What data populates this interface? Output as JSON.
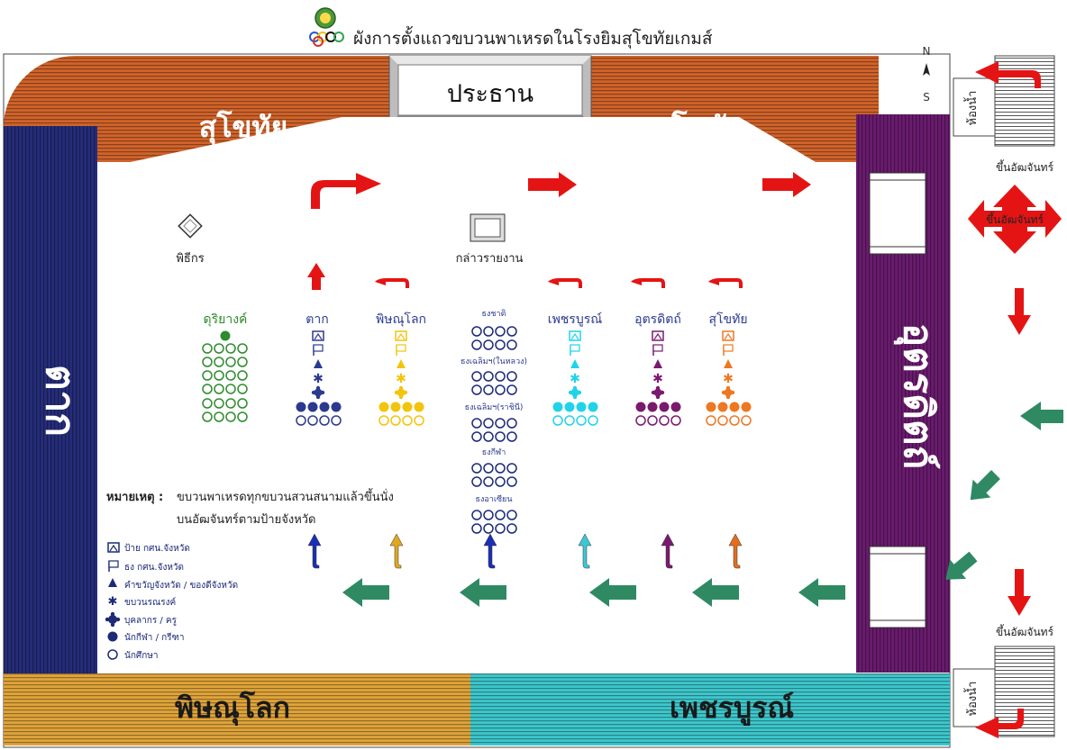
{
  "title": "ผังการตั้งแถวขบวนพาเหรดในโรงยิมสุโขทัยเกมส์",
  "compass": {
    "north": "N",
    "south": "S"
  },
  "president_box": "ประธาน",
  "stands": {
    "top_left": "สุโขทัย",
    "top_right": "สุโขทัย",
    "left": "ตาก",
    "right": "อุตรดิตถ์",
    "bottom_left": "พิษณุโลก",
    "bottom_right": "เพชรบูรณ์"
  },
  "podiums": {
    "mc": "พิธีกร",
    "speech": "กล่าวรายงาน"
  },
  "restroom": {
    "top": "ห้องน้ำ",
    "bottom": "ห้องน้ำ"
  },
  "stand_labels": {
    "top": "ขึ้นอัฒจันทร์",
    "middle": "ขึ้นอัฒจันทร์",
    "bottom": "ขึ้นอัฒจันทร์"
  },
  "contingents": [
    {
      "name": "ดุริยางค์",
      "color": "#2e8b2e"
    },
    {
      "name": "ตาก",
      "color": "#2b3a8f"
    },
    {
      "name": "พิษณุโลก",
      "color": "#f2c40c"
    },
    {
      "name": "เพชรบูรณ์",
      "color": "#22d3e8"
    },
    {
      "name": "อุตรดิตถ์",
      "color": "#7a1a6e"
    },
    {
      "name": "สุโขทัย",
      "color": "#ee7722"
    }
  ],
  "flags": {
    "f1": "ธงชาติ",
    "f2": "ธงเฉลิมฯ(ในหลวง)",
    "f3": "ธงเฉลิมฯ(ราชินี)",
    "f4": "ธงกีฬา",
    "f5": "ธงอาเซียน"
  },
  "note": {
    "label": "หมายเหตุ :",
    "line1": "ขบวนพาเหรดทุกขบวนสวนสนามแล้วขึ้นนั่ง",
    "line2": "บนอัฒจันทร์ตามป้ายจังหวัด"
  },
  "legend": [
    {
      "icon": "sign-icon",
      "text": "ป้าย กศน.จังหวัด"
    },
    {
      "icon": "flag-icon",
      "text": "ธง กศน.จังหวัด"
    },
    {
      "icon": "triangle-icon",
      "text": "คำขวัญจังหวัด / ของดีจังหวัด"
    },
    {
      "icon": "asterisk-icon",
      "text": "ขบวนรณรงค์"
    },
    {
      "icon": "flower-icon",
      "text": "บุคลากร / ครู"
    },
    {
      "icon": "filled-circle-icon",
      "text": "นักกีฬา / กรีฑา"
    },
    {
      "icon": "open-circle-icon",
      "text": "นักศึกษา"
    }
  ],
  "colors": {
    "orange_stand": "#d1632a",
    "navy_stand": "#252d7a",
    "purple_stand": "#6a1b6e",
    "gold_stand": "#e0a43a",
    "teal_stand": "#3dc7cc",
    "red_arrow": "#e51414",
    "green_arrow": "#2f8a63"
  }
}
